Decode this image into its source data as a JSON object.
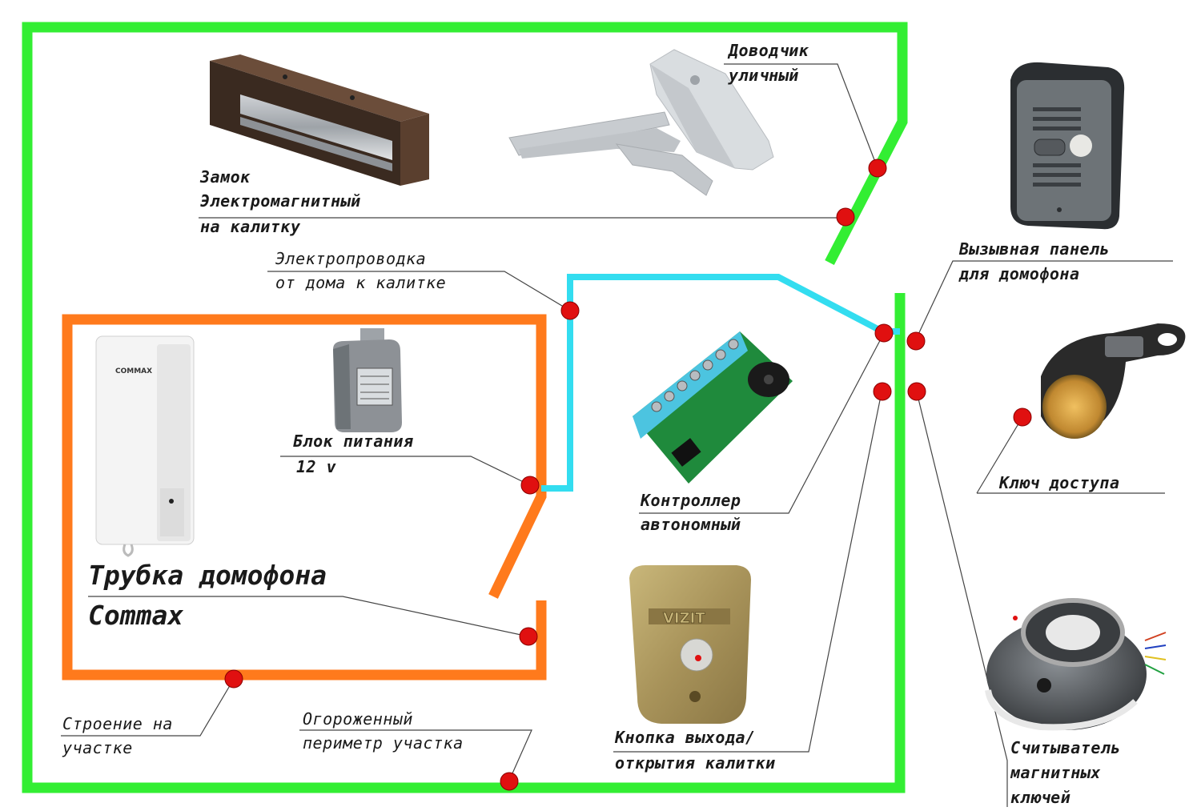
{
  "labels": {
    "closer": [
      "Доводчик",
      "уличный"
    ],
    "lock": [
      "Замок",
      "Электромагнитный",
      "на калитку"
    ],
    "wiring": [
      "Электропроводка",
      "от дома к калитке"
    ],
    "call_panel": [
      "Вызывная панель",
      "для домофона"
    ],
    "power": [
      "Блок питания",
      "12 v"
    ],
    "controller": [
      "Контроллер",
      "автономный"
    ],
    "key": [
      "Ключ доступа"
    ],
    "handset": [
      "Трубка домофона",
      "Commax"
    ],
    "building": [
      "Строение на",
      "участке"
    ],
    "perimeter": [
      "Огороженный",
      "периметр участка"
    ],
    "exit_button": [
      "Кнопка выхода/",
      "открытия калитки"
    ],
    "reader": [
      "Считыватель",
      "магнитных",
      "ключей"
    ]
  },
  "device_text": {
    "handset_brand": "COMMAX",
    "button_brand": "VIZIT"
  },
  "colors": {
    "perimeter": "#33ee33",
    "building": "#ff7a1c",
    "wiring": "#33ddf0",
    "marker": "#e01010"
  }
}
